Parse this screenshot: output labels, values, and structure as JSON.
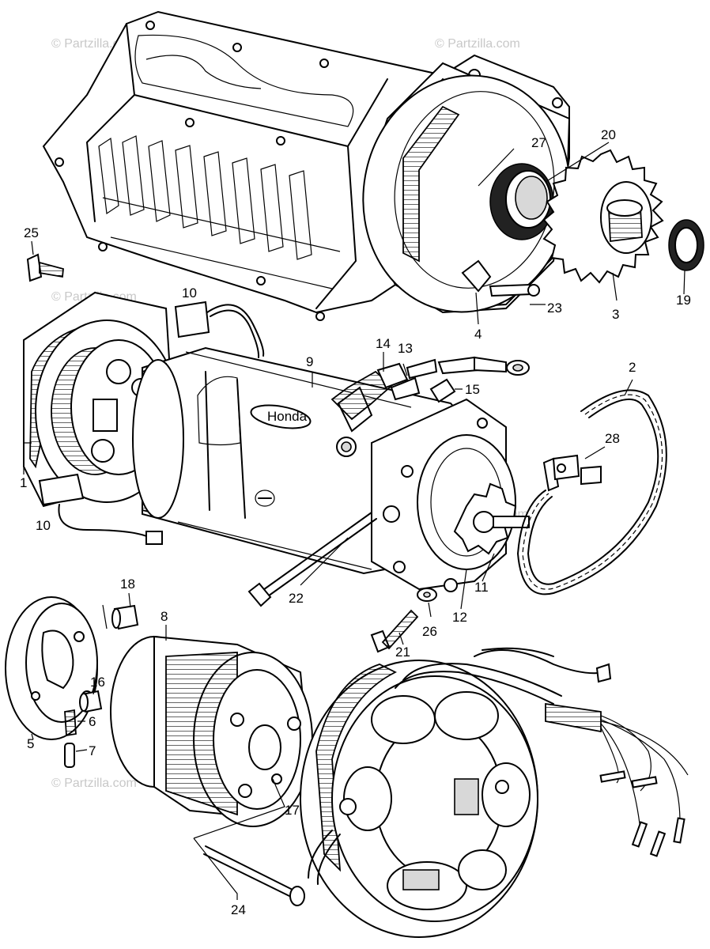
{
  "watermark": "© Partzilla.com",
  "part_labels": {
    "p1": "1",
    "p2": "2",
    "p3": "3",
    "p4": "4",
    "p5": "5",
    "p6": "6",
    "p7": "7",
    "p8": "8",
    "p9": "9",
    "p10a": "10",
    "p10b": "10",
    "p11": "11",
    "p12": "12",
    "p13": "13",
    "p14": "14",
    "p15": "15",
    "p16": "16",
    "p17": "17",
    "p18": "18",
    "p19": "19",
    "p20": "20",
    "p21": "21",
    "p22": "22",
    "p23": "23",
    "p24": "24",
    "p25": "25",
    "p26": "26",
    "p27": "27",
    "p28": "28"
  },
  "starter_badge": "Honda"
}
